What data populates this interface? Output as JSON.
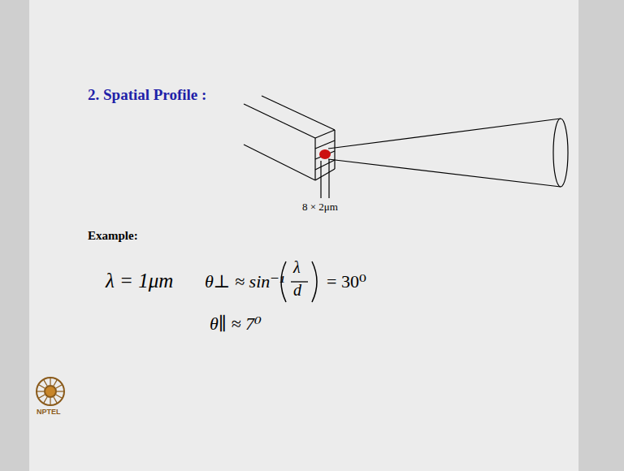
{
  "diagram": {
    "title": "2. Spatial Profile :",
    "labels": [
      "8 × 2μm",
      "Example:",
      "λ = 1μm",
      "θ⊥ ≈ sin⁻¹",
      "λ",
      "d",
      "= 30⁰",
      "θ∥ ≈ 7⁰",
      "NPTEL"
    ]
  }
}
